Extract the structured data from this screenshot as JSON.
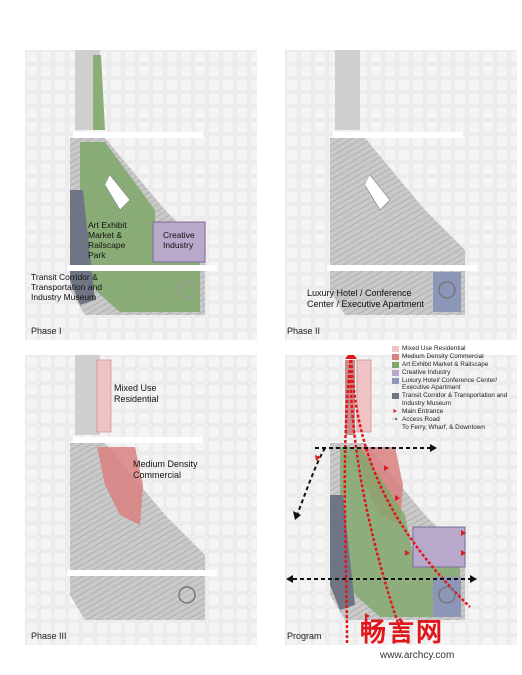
{
  "panels": {
    "phase1": {
      "label": "Phase I",
      "callouts": {
        "art": "Art Exhibit\nMarket &\nRailscape\nPark",
        "creative": "Creative\nIndustry",
        "transit": "Transit Corridor &\nTransportation and\nIndustry Museum"
      }
    },
    "phase2": {
      "label": "Phase II",
      "callouts": {
        "hotel": "Luxury Hotel / Conference\nCenter / Executive Apartment"
      }
    },
    "phase3": {
      "label": "Phase III",
      "callouts": {
        "mixed": "Mixed Use\nResidential",
        "medium": "Medium Density\nCommercial"
      }
    },
    "program": {
      "label": "Program"
    }
  },
  "legend": {
    "items": [
      {
        "label": "Mixed Use Residential",
        "color": "#f0c4c4"
      },
      {
        "label": "Medium Density Commercial",
        "color": "#d98080"
      },
      {
        "label": "Art Exhibit Market & Railscape",
        "color": "#7fa86a"
      },
      {
        "label": "Creative Industry",
        "color": "#b8a8cc"
      },
      {
        "label": "Luxury Hotel/ Conference Center/ Executive Apartment",
        "color": "#8c96b8"
      },
      {
        "label": "Transit Corridor & Transportation and Industry Museum",
        "color": "#6f7584"
      }
    ],
    "symbols": [
      {
        "label": "Main Entrance",
        "symbol": "arrow-head-icon"
      },
      {
        "label": "Access Road",
        "symbol": "dashed-arrow-icon"
      },
      {
        "label": "To Ferry, Wharf, & Downtown",
        "symbol": "red-dotted-arrow-icon"
      }
    ]
  },
  "watermark": {
    "brand": "畅言网",
    "url": "www.archcy.com"
  },
  "colors": {
    "green": "#7fa86a",
    "purple": "#b8a8cc",
    "blue_gray": "#6f7584",
    "pink": "#f0c4c4",
    "red": "#d98080",
    "accent_red": "#e0161b"
  }
}
